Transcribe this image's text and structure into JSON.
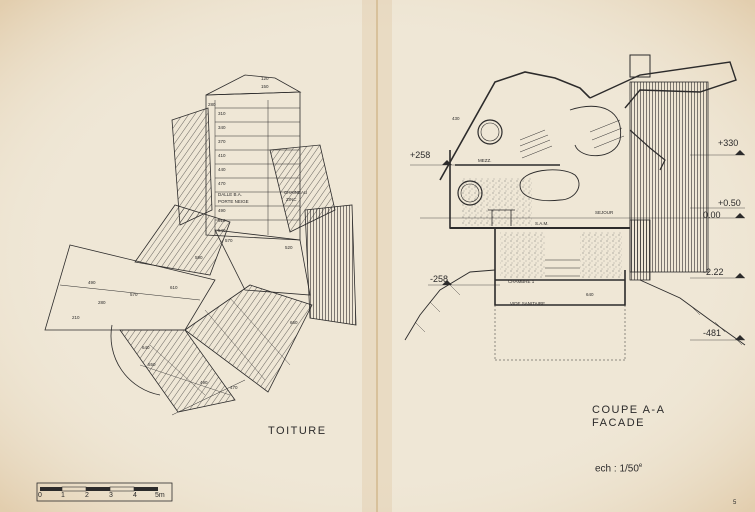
{
  "left_sheet": {
    "title": "TOITURE",
    "roof_notes": {
      "dalle": "DALLE B.A.",
      "porte_neige": "PORTE NEIGE",
      "chaineau": "CHAINEAU",
      "zinc": "ZINC"
    },
    "roof_dims": [
      "120",
      "150",
      "280",
      "310",
      "340",
      "370",
      "410",
      "440",
      "470",
      "490",
      "510",
      "540",
      "570",
      "590",
      "610",
      "490",
      "210",
      "570",
      "280",
      "640",
      "550",
      "490",
      "470",
      "660",
      "520"
    ],
    "scale_bar": {
      "ticks": [
        "0",
        "1",
        "2",
        "3",
        "4",
        "5m"
      ]
    }
  },
  "right_sheet": {
    "title_line1": "COUPE  A-A",
    "title_line2": "FACADE",
    "scale": "ech : 1/50",
    "scale_sup": "e",
    "levels": {
      "p330": "+330",
      "p258": "+258",
      "p050": "+0.50",
      "z000": "0.00",
      "m222": "-2.22",
      "m258": "-258",
      "m481": "-481"
    },
    "room_labels": {
      "mezz": "MEZZ.",
      "sam": "S.A.M.",
      "sejour": "SEJOUR",
      "chambre": "CHAMBRE 1",
      "vide": "VIDE SANITAIRE",
      "d430": "430",
      "d640": "640"
    },
    "sheet_number": "5"
  },
  "colors": {
    "paper": "#efe7d6",
    "ink": "#2c2b2b",
    "stain": "#d8b98d"
  }
}
